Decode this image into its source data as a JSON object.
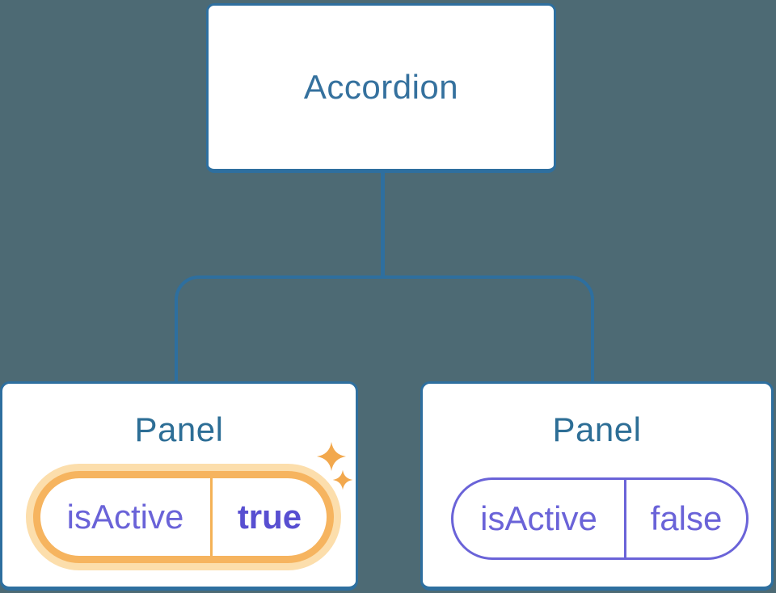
{
  "diagram": {
    "title_hint": "Component tree with shared state illustration",
    "root": {
      "label": "Accordion"
    },
    "panels": [
      {
        "label": "Panel",
        "state_name": "isActive",
        "state_value": "true",
        "highlighted": true
      },
      {
        "label": "Panel",
        "state_name": "isActive",
        "state_value": "false",
        "highlighted": false
      }
    ]
  },
  "icons": {
    "sparkle": "✦"
  },
  "colors": {
    "background": "#4d6a74",
    "node_fill": "#ffffff",
    "node_border": "#2e6f9f",
    "connector": "#2e6f9f",
    "root_label": "#35719e",
    "panel_label": "#2d6e96",
    "state_text": "#6a63d8",
    "state_value_active": "#584fd1",
    "highlight_border": "#f6b45f",
    "highlight_glow": "#fcdeac",
    "highlight_divider": "#f4b257",
    "sparkle": "#f2a84d"
  }
}
